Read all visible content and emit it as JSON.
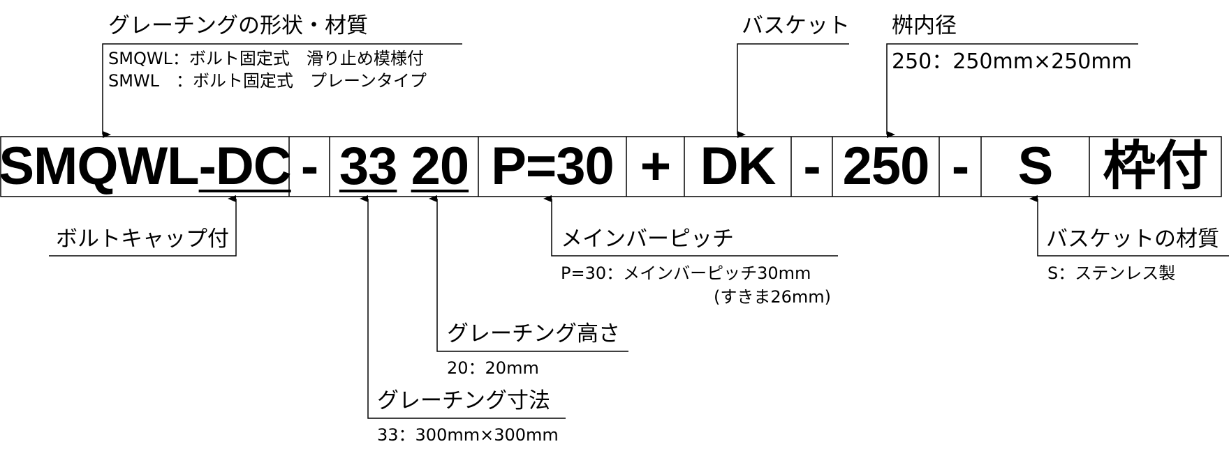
{
  "code": {
    "model": "SMQWL",
    "option_dc": "-DC",
    "sep1": "-",
    "size": "33",
    "height": "20",
    "pitch": "P=30",
    "plus": "+",
    "basket": "DK",
    "sep2": "-",
    "diameter": "250",
    "sep3": "-",
    "material": "S",
    "frame": "枠付"
  },
  "annotations": {
    "shape": {
      "title": "グレーチングの形状・材質",
      "line1": "SMQWL：ボルト固定式　滑り止め模様付",
      "line2": "SMWL　：ボルト固定式　プレーンタイプ"
    },
    "bolt_cap": {
      "title": "ボルトキャップ付"
    },
    "size": {
      "title": "グレーチング寸法",
      "detail": "33：300mm×300mm"
    },
    "height": {
      "title": "グレーチング高さ",
      "detail": "20：20mm"
    },
    "pitch": {
      "title": "メインバーピッチ",
      "detail": "P=30：メインバーピッチ30mm",
      "detail2": "(すきま26mm)"
    },
    "basket": {
      "title": "バスケット"
    },
    "diameter": {
      "title": "桝内径",
      "detail": "250：250mm×250mm"
    },
    "basket_material": {
      "title": "バスケットの材質",
      "detail": "S：ステンレス製"
    }
  }
}
